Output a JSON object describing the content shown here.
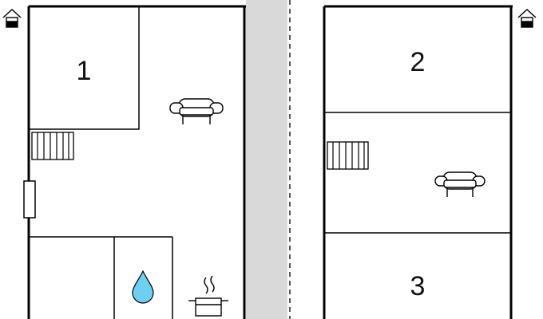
{
  "floors": [
    {
      "rooms": [
        {
          "label": "1"
        }
      ],
      "icons": [
        "house-icon",
        "staircase-icon",
        "sofa-icon",
        "door-icon",
        "water-drop-icon",
        "cooking-pot-icon"
      ]
    },
    {
      "rooms": [
        {
          "label": "2"
        },
        {
          "label": "3"
        }
      ],
      "icons": [
        "house-icon",
        "staircase-icon",
        "sofa-icon"
      ]
    }
  ],
  "colors": {
    "wall": "#000000",
    "separator_band": "#d9d9d9",
    "water": "#6ecff0",
    "background": "#ffffff"
  }
}
